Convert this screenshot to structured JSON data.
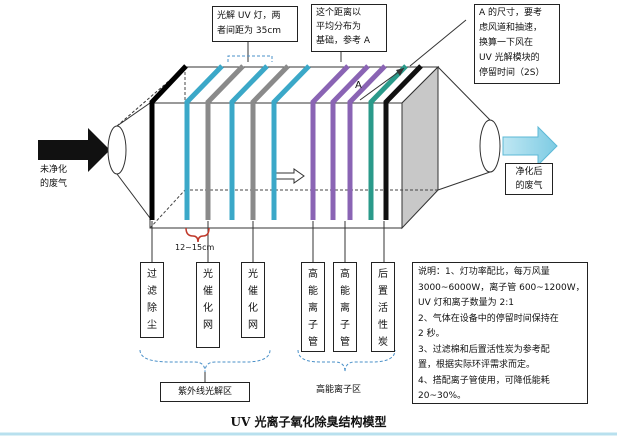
{
  "callouts": {
    "lamp_spacing": [
      "光解 UV 灯，两",
      "者间距为 35cm"
    ],
    "distance": [
      "这个距离以",
      "平均分布为",
      "基础，参考 A"
    ],
    "size_a": [
      "A 的尺寸，要考",
      "虑风道和抽速，",
      "换算一下风在",
      "UV 光解模块的",
      "停留时间（2S）"
    ]
  },
  "labels": {
    "dimension_a": "A",
    "inlet": [
      "未净化",
      "的废气"
    ],
    "outlet": [
      "净化后",
      "的废气"
    ],
    "spacing": "12~15cm"
  },
  "components": [
    {
      "chars": [
        "过",
        "滤",
        "除",
        "尘"
      ]
    },
    {
      "chars": [
        "光",
        "催",
        "化",
        "网"
      ]
    },
    {
      "chars": [
        "光",
        "催",
        "化",
        "网"
      ]
    },
    {
      "chars": [
        "高",
        "能",
        "离",
        "子",
        "管"
      ]
    },
    {
      "chars": [
        "高",
        "能",
        "离",
        "子",
        "管"
      ]
    },
    {
      "chars": [
        "后",
        "置",
        "活",
        "性",
        "炭"
      ]
    }
  ],
  "groups": {
    "uv_zone": "紫外线光解区",
    "ion_zone": "高能离子区"
  },
  "notes": [
    "说明：1、灯功率配比，每万风量",
    "3000~6000W，离子管 600~1200W，",
    "UV 灯和离子数量为 2:1",
    "2、气体在设备中的停留时间保持在",
    "2 秒。",
    "3、过滤棉和后置活性炭为参考配",
    "置，根据实际环评需求而定。",
    "4、搭配离子管使用，可降低能耗",
    "20~30%。"
  ],
  "caption": "UV 光离子氧化除臭结构模型",
  "colors": {
    "uv_tube": "#3ba8c8",
    "photocatalyst": "#8a8a8a",
    "ion_tube": "#8a64b4",
    "carbon": "#2a9a8a",
    "filter": "#000000",
    "outlet_arrow": "#8fd3e8",
    "panel": "#c8c8c8"
  }
}
